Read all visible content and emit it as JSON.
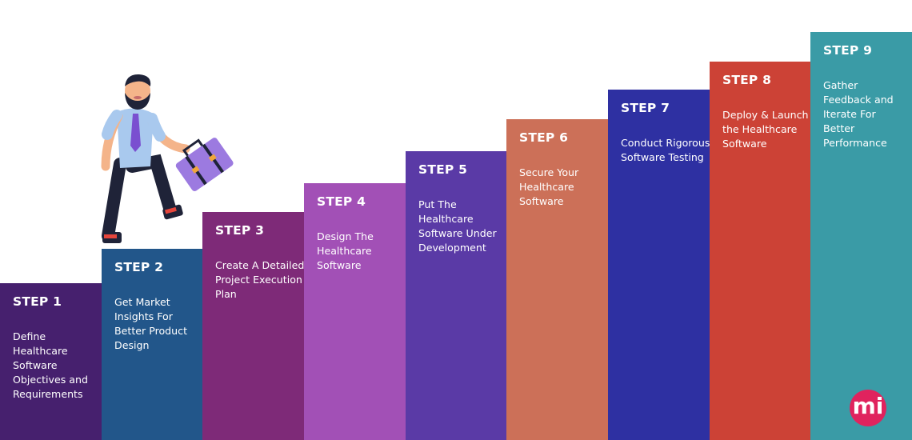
{
  "steps": [
    {
      "title": "STEP 1",
      "desc": "Define Healthcare Software Objectives and Requirements",
      "color": "#46206e"
    },
    {
      "title": "STEP 2",
      "desc": "Get Market Insights For Better Product Design",
      "color": "#22568a"
    },
    {
      "title": "STEP 3",
      "desc": "Create A Detailed Project Execution Plan",
      "color": "#7e2a78"
    },
    {
      "title": "STEP 4",
      "desc": "Design The Healthcare Software",
      "color": "#a250b6"
    },
    {
      "title": "STEP 5",
      "desc": "Put The Healthcare Software Under Development",
      "color": "#5a3aa6"
    },
    {
      "title": "STEP 6",
      "desc": "Secure Your Healthcare Software",
      "color": "#cc7058"
    },
    {
      "title": "STEP 7",
      "desc": "Conduct Rigorous Software Testing",
      "color": "#2e30a2"
    },
    {
      "title": "STEP 8",
      "desc": "Deploy & Launch the Healthcare Software",
      "color": "#cc4236"
    },
    {
      "title": "STEP 9",
      "desc": "Gather Feedback and Iterate For Better Performance",
      "color": "#3a9ba6"
    }
  ],
  "logo": {
    "text": "mi",
    "color": "#e0235e"
  },
  "illustration": {
    "icon": "businessman-climbing-stairs-icon"
  }
}
